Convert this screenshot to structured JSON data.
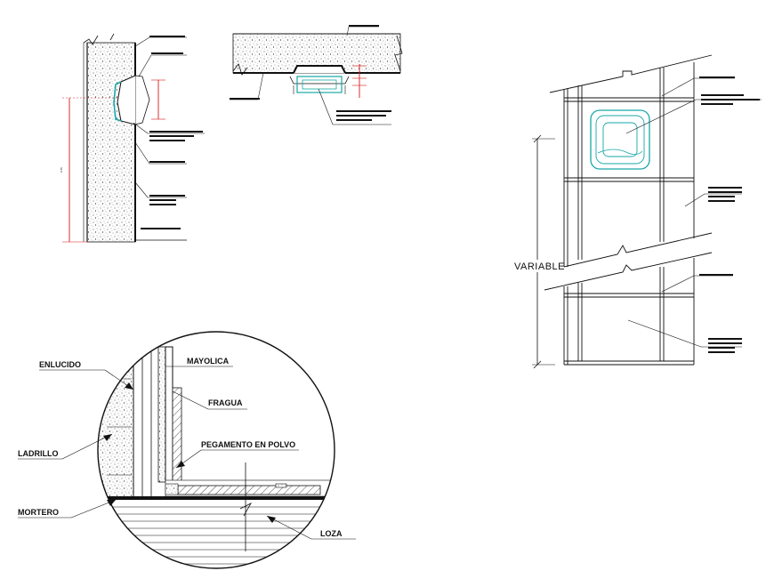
{
  "labels": {
    "variable": "VARIABLE",
    "enlucido": "ENLUCIDO",
    "mayolica": "MAYOLICA",
    "fragua": "FRAGUA",
    "ladrillo": "LADRILLO",
    "pegamento": "PEGAMENTO EN POLVO",
    "mortero": "MORTERO",
    "loza": "LOZA"
  },
  "colors": {
    "line": "#111111",
    "dimension": "#d61a1a",
    "fixture": "#1aa7a7"
  }
}
